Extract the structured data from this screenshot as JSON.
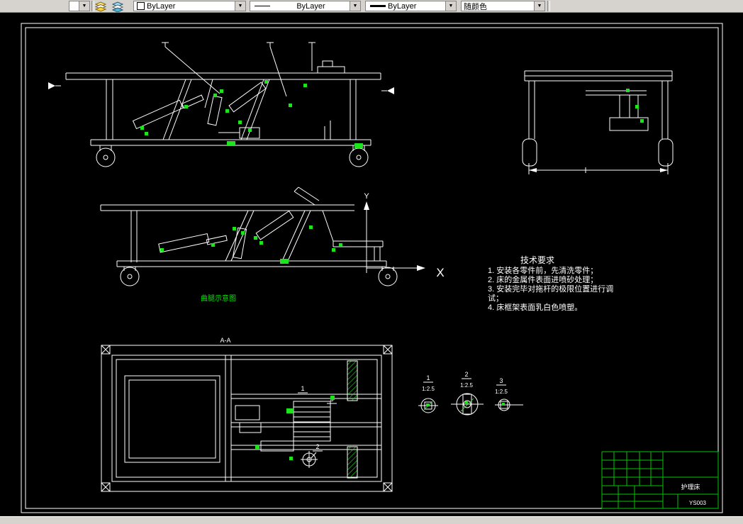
{
  "toolbar": {
    "color_control": "ByLayer",
    "linetype_control": "ByLayer",
    "lineweight_control": "ByLayer",
    "plotstyle_control": "随颜色",
    "dropdown_arrow": "▼"
  },
  "drawing": {
    "labels": {
      "section": "A-A",
      "axis_x": "X",
      "axis_y": "Y",
      "leg_note": "曲腿示意图"
    },
    "tech_requirements": {
      "title": "技术要求",
      "lines": [
        "1. 安装各零件前，先清洗零件；",
        "2. 床的金属件表面进喷砂处理；",
        "3. 安装完毕对拖杆的极限位置进行调",
        "试；",
        "4. 床框架表面乳白色喷塑。"
      ]
    },
    "plan_callouts": [
      "1",
      "2",
      "3"
    ],
    "details": [
      {
        "num": "1",
        "scale": "1:2.5"
      },
      {
        "num": "2",
        "scale": "1:2.5"
      },
      {
        "num": "3",
        "scale": "1:2.5"
      }
    ],
    "title_block": {
      "product": "护理床",
      "code": "YS003"
    },
    "colors": {
      "line": "#ffffff",
      "marker_green": "#1ee41e",
      "titleblock_green": "#00c800",
      "background": "#000000",
      "toolbar_bg": "#d6d3ce"
    }
  }
}
